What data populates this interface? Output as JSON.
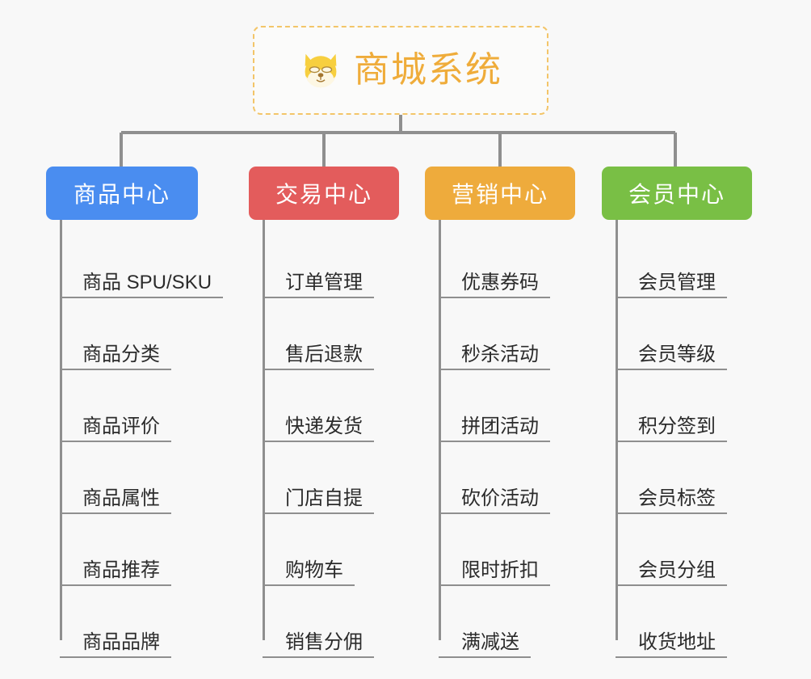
{
  "root": {
    "title": "商城系统",
    "icon": "dog-face-emoji",
    "border_color": "#f3c569",
    "text_color": "#efac3a"
  },
  "canvas": {
    "background_color": "#f8f8f8",
    "connector_color": "#8f8f8f"
  },
  "columns": [
    {
      "title": "商品中心",
      "color": "#4a8df0",
      "items": [
        "商品 SPU/SKU",
        "商品分类",
        "商品评价",
        "商品属性",
        "商品推荐",
        "商品品牌"
      ]
    },
    {
      "title": "交易中心",
      "color": "#e35c5c",
      "items": [
        "订单管理",
        "售后退款",
        "快递发货",
        "门店自提",
        "购物车",
        "销售分佣"
      ]
    },
    {
      "title": "营销中心",
      "color": "#eeab3c",
      "items": [
        "优惠券码",
        "秒杀活动",
        "拼团活动",
        "砍价活动",
        "限时折扣",
        "满减送"
      ]
    },
    {
      "title": "会员中心",
      "color": "#79bf45",
      "items": [
        "会员管理",
        "会员等级",
        "积分签到",
        "会员标签",
        "会员分组",
        "收货地址"
      ]
    }
  ]
}
